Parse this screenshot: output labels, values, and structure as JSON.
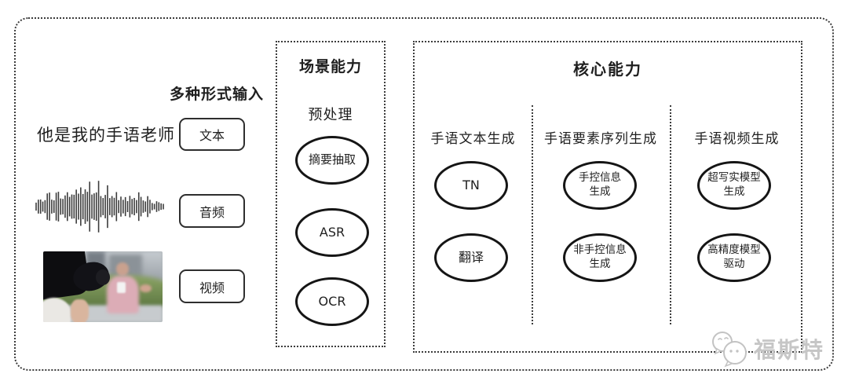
{
  "input_section": {
    "heading": "多种形式输入",
    "sample_text": "他是我的手语老师",
    "text_label": "文本",
    "audio_label": "音频",
    "video_label": "视频"
  },
  "scene_box": {
    "title": "场景能力",
    "stage_label": "预处理",
    "nodes": {
      "summary_extraction": "摘要抽取",
      "asr": "ASR",
      "ocr": "OCR"
    }
  },
  "core_box": {
    "title": "核心能力",
    "columns": [
      {
        "header": "手语文本生成",
        "top_node": {
          "line1": "TN"
        },
        "bottom_node": {
          "line1": "翻译"
        }
      },
      {
        "header": "手语要素序列生成",
        "top_node": {
          "line1": "手控信息",
          "line2": "生成"
        },
        "bottom_node": {
          "line1": "非手控信息",
          "line2": "生成"
        }
      },
      {
        "header": "手语视频生成",
        "top_node": {
          "line1": "超写实模型",
          "line2": "生成"
        },
        "bottom_node": {
          "line1": "高精度模型",
          "line2": "驱动"
        }
      }
    ]
  },
  "watermark": {
    "brand": "福斯特"
  },
  "colors": {
    "line": "#3c3c3c",
    "node_border": "#151515",
    "text": "#1f1f1f",
    "watermark": "#c6c6c6"
  }
}
